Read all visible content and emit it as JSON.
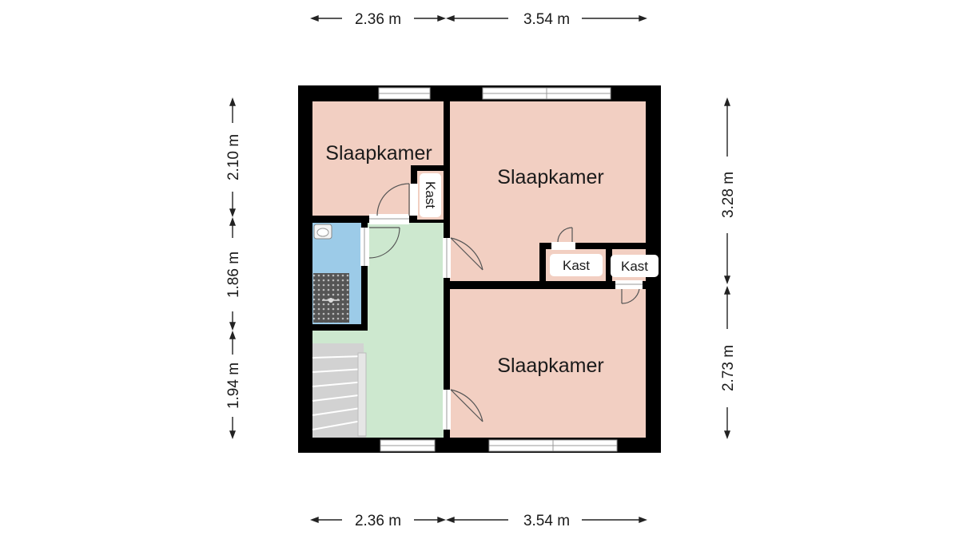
{
  "dimensions": {
    "top_left": "2.36 m",
    "top_right": "3.54 m",
    "bottom_left": "2.36 m",
    "bottom_right": "3.54 m",
    "left_top": "2.10 m",
    "left_middle": "1.86 m",
    "left_bottom": "1.94 m",
    "right_top": "3.28 m",
    "right_bottom": "2.73 m"
  },
  "rooms": {
    "bedroom_small": "Slaapkamer",
    "bedroom_large": "Slaapkamer",
    "bedroom_bottom": "Slaapkamer",
    "closet_small_vertical": "Kast",
    "closet_middle": "Kast",
    "closet_right": "Kast"
  },
  "colors": {
    "wall": "#000000",
    "bedroom": "#f2cfc2",
    "hallway": "#cde8cf",
    "bathroom": "#9ccbe8",
    "stairs": "#cfcfcf",
    "window": "#ffffff"
  }
}
